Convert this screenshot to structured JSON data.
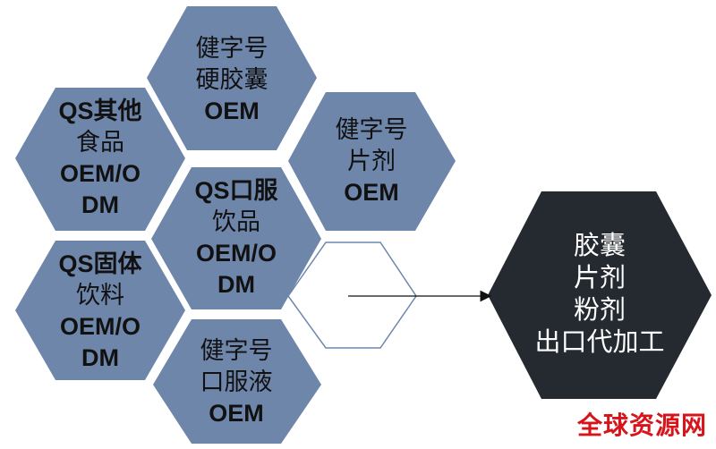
{
  "colors": {
    "hex_fill": "#6f86ab",
    "dark_fill": "#252a31",
    "outline_stroke": "#6f86ab",
    "watermark": "#d7141a"
  },
  "hexagons": {
    "capsule": {
      "lines": [
        "健字号",
        "硬胶囊",
        "OEM"
      ]
    },
    "tablet": {
      "lines": [
        "健字号",
        "片剂",
        "OEM"
      ]
    },
    "qs_other": {
      "lines": [
        "QS其他",
        "食品",
        "OEM/O",
        "DM"
      ]
    },
    "qs_oral_drink": {
      "lines": [
        "QS口服",
        "饮品",
        "OEM/O",
        "DM"
      ]
    },
    "qs_solid_drink": {
      "lines": [
        "QS固体",
        "饮料",
        "OEM/O",
        "DM"
      ]
    },
    "oral_liquid": {
      "lines": [
        "健字号",
        "口服液",
        "OEM"
      ]
    },
    "export": {
      "lines": [
        "胶囊",
        "片剂",
        "粉剂",
        "出口代加工"
      ]
    }
  },
  "watermark": "全球资源网"
}
